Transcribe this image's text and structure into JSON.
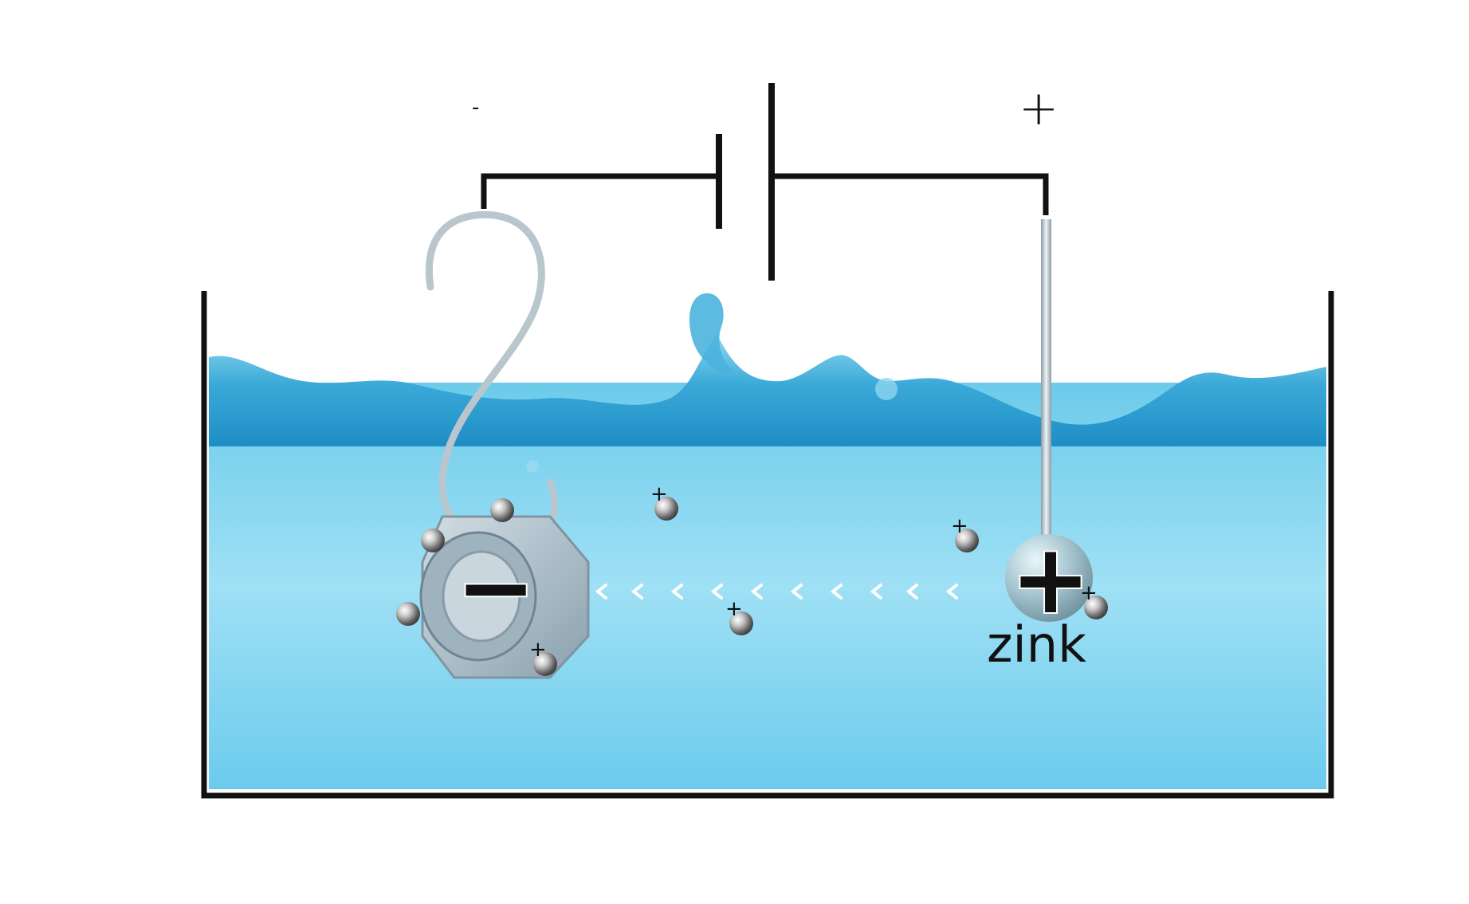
{
  "labels": {
    "zinc": "zink",
    "battery_negative": "-",
    "battery_positive": "+"
  },
  "symbols": {
    "cathode_charge": "−",
    "anode_charge": "+",
    "ion_charge": "+"
  },
  "colors": {
    "water_top": "#5fc3e6",
    "water_bottom": "#7fd0ee",
    "water_surface": "#2b9fd2",
    "wire": "#111111",
    "tank": "#111111",
    "metal": "#b8c7d2",
    "arrow": "#ffffff"
  },
  "icons": [
    "battery-symbol",
    "s-hook",
    "hex-nut",
    "zinc-anode-sphere",
    "zinc-ion",
    "electron-flow-arrow"
  ]
}
